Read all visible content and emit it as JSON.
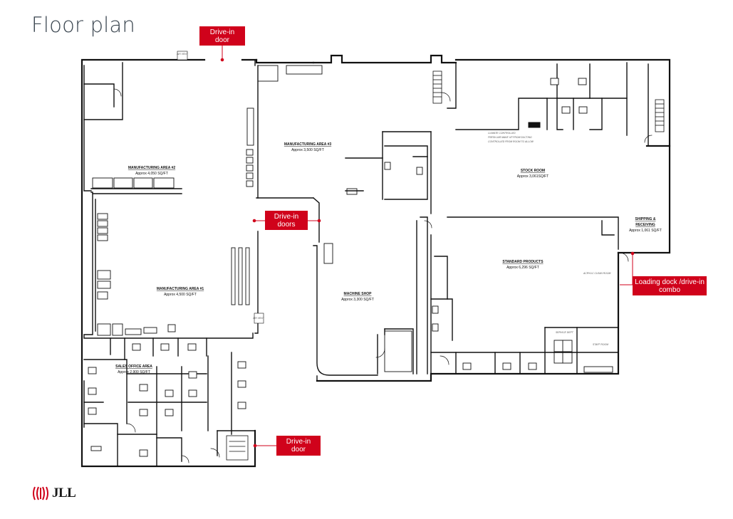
{
  "title": "Floor plan",
  "callouts": {
    "drive_in_door_top": "Drive-in\ndoor",
    "drive_in_doors_middle": "Drive-in\ndoors",
    "drive_in_door_bottom": "Drive-in\ndoor",
    "loading_dock": "Loading dock /drive-in\ncombo"
  },
  "rooms": {
    "manufacturing_2": {
      "name": "MANUFACTURING AREA #2",
      "area": "Approx 4,050 SQ/FT"
    },
    "manufacturing_3": {
      "name": "MANUFACTURING AREA #3",
      "area": "Approx 3,500 SQ/FT"
    },
    "manufacturing_1": {
      "name": "MANUFACTURING AREA #1",
      "area": "Approx 4,500 SQ/FT"
    },
    "machine_shop": {
      "name": "MACHINE SHOP",
      "area": "Approx 3,300 SQ/FT"
    },
    "stock_room": {
      "name": "STOCK ROOM",
      "area": "Approx 3,061SQ/FT"
    },
    "shipping": {
      "name": "SHIPPING &",
      "name2": "RECEIVING",
      "area": "Approx 1,061 SQ/FT"
    },
    "standard_products": {
      "name": "STANDARD PRODUCTS",
      "area": "Approx 6,296 SQ/FT"
    },
    "sales_office": {
      "name": "SALES OFFICE AREA",
      "area": "Approx 2,900 SQ/FT"
    }
  },
  "small_labels": {
    "air_vent_top": "AIR VENT",
    "air_vent_mid": "AIR VENT",
    "service_dept": "SERVICE DEPT",
    "staff_room": "STAFF ROOM",
    "acrylic_room": "ACRYLIC CLEAN ROOM",
    "note_1": "CLIMATE CONTROLLED",
    "note_2": "FRESH-AIR MAKE UP FROM DUCTING",
    "note_3": "CONTROLLED FROM ROOM TO ALLOW"
  },
  "logo": {
    "text": "JLL",
    "color": "#d0021b"
  },
  "colors": {
    "accent": "#d0021b",
    "title": "#3b4650",
    "walls": "#111111"
  }
}
